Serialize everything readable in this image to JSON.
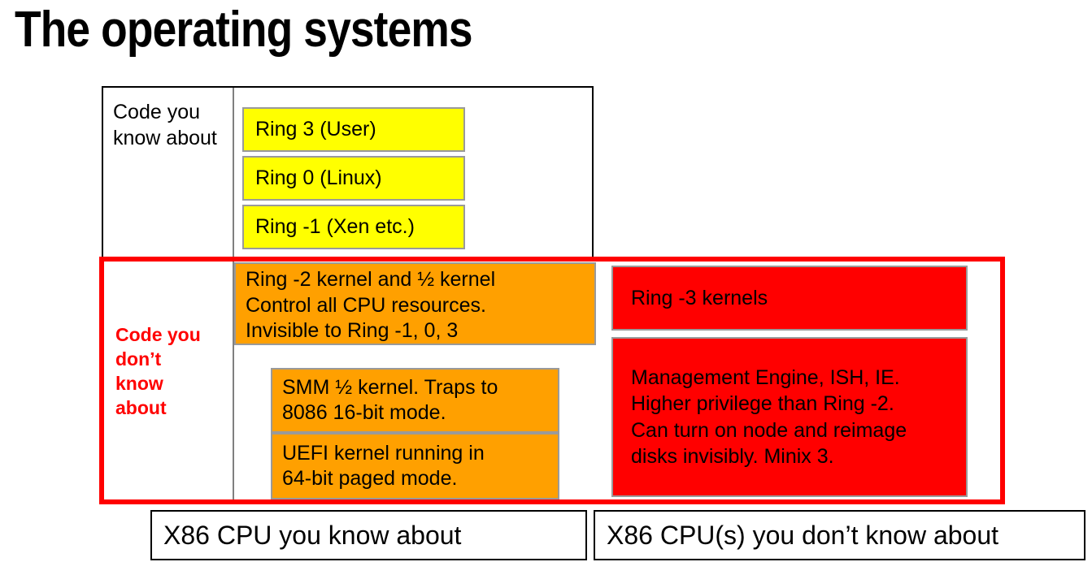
{
  "slide": {
    "title": "The operating systems"
  },
  "known_section": {
    "label": "Code you know about",
    "rings": [
      {
        "label": "Ring 3 (User)",
        "color": "#FFFF00"
      },
      {
        "label": "Ring 0 (Linux)",
        "color": "#FFFF00"
      },
      {
        "label": "Ring -1 (Xen etc.)",
        "color": "#FFFF00"
      }
    ]
  },
  "unknown_section": {
    "label": "Code you don’t know about",
    "label_color": "#FF0000",
    "border_color": "#FF0000",
    "left_column": [
      {
        "name": "ring-minus-2",
        "text": "Ring -2 kernel and ½ kernel\nControl all CPU resources.\nInvisible to Ring -1, 0, 3",
        "color": "#FFA000"
      },
      {
        "name": "smm",
        "text": "SMM ½ kernel. Traps to\n8086 16-bit mode.",
        "color": "#FFA000"
      },
      {
        "name": "uefi",
        "text": "UEFI kernel running in\n64-bit paged mode.",
        "color": "#FFA000"
      }
    ],
    "right_column": [
      {
        "name": "ring-minus-3",
        "text": "Ring -3 kernels",
        "color": "#FF0000"
      },
      {
        "name": "management-engine",
        "text": "Management Engine, ISH, IE.\nHigher privilege than Ring -2.\nCan turn on node and reimage\ndisks invisibly. Minix 3.",
        "color": "#FF0000"
      }
    ]
  },
  "footer": {
    "cpu_known": "X86 CPU you know about",
    "cpu_unknown": "X86 CPU(s) you don’t know about"
  }
}
